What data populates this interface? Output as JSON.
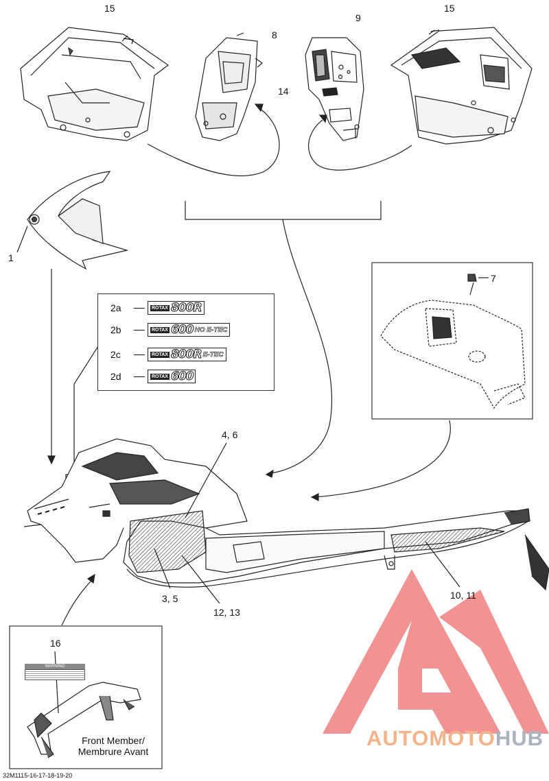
{
  "callouts": [
    {
      "id": "c15a",
      "text": "15"
    },
    {
      "id": "c8",
      "text": "8"
    },
    {
      "id": "c9",
      "text": "9"
    },
    {
      "id": "c15b",
      "text": "15"
    },
    {
      "id": "c14",
      "text": "14"
    },
    {
      "id": "c1",
      "text": "1"
    },
    {
      "id": "c7",
      "text": "7"
    },
    {
      "id": "c46",
      "text": "4, 6"
    },
    {
      "id": "c35",
      "text": "3, 5"
    },
    {
      "id": "c1213",
      "text": "12, 13"
    },
    {
      "id": "c1011",
      "text": "10, 11"
    },
    {
      "id": "c16",
      "text": "16"
    }
  ],
  "decals": [
    {
      "label": "2a",
      "brand": "ROTAX",
      "model": "800R",
      "suffix": ""
    },
    {
      "label": "2b",
      "brand": "ROTAX",
      "model": "600",
      "suffix": "HO E-TEC"
    },
    {
      "label": "2c",
      "brand": "ROTAX",
      "model": "800R",
      "suffix": "E-TEC"
    },
    {
      "label": "2d",
      "brand": "ROTAX",
      "model": "600",
      "suffix": ""
    }
  ],
  "front_member": {
    "line1": "Front Member/",
    "line2": "Membrure Avant"
  },
  "warning_label": "WARNING",
  "drawing_code": "32M1115-16-17-18-19-20",
  "watermark": {
    "part1": "AUTOMOTO",
    "part2": "HUB",
    "color1": "#f4b48a",
    "color2": "#aab3c0",
    "triangle_color": "#f08080"
  }
}
